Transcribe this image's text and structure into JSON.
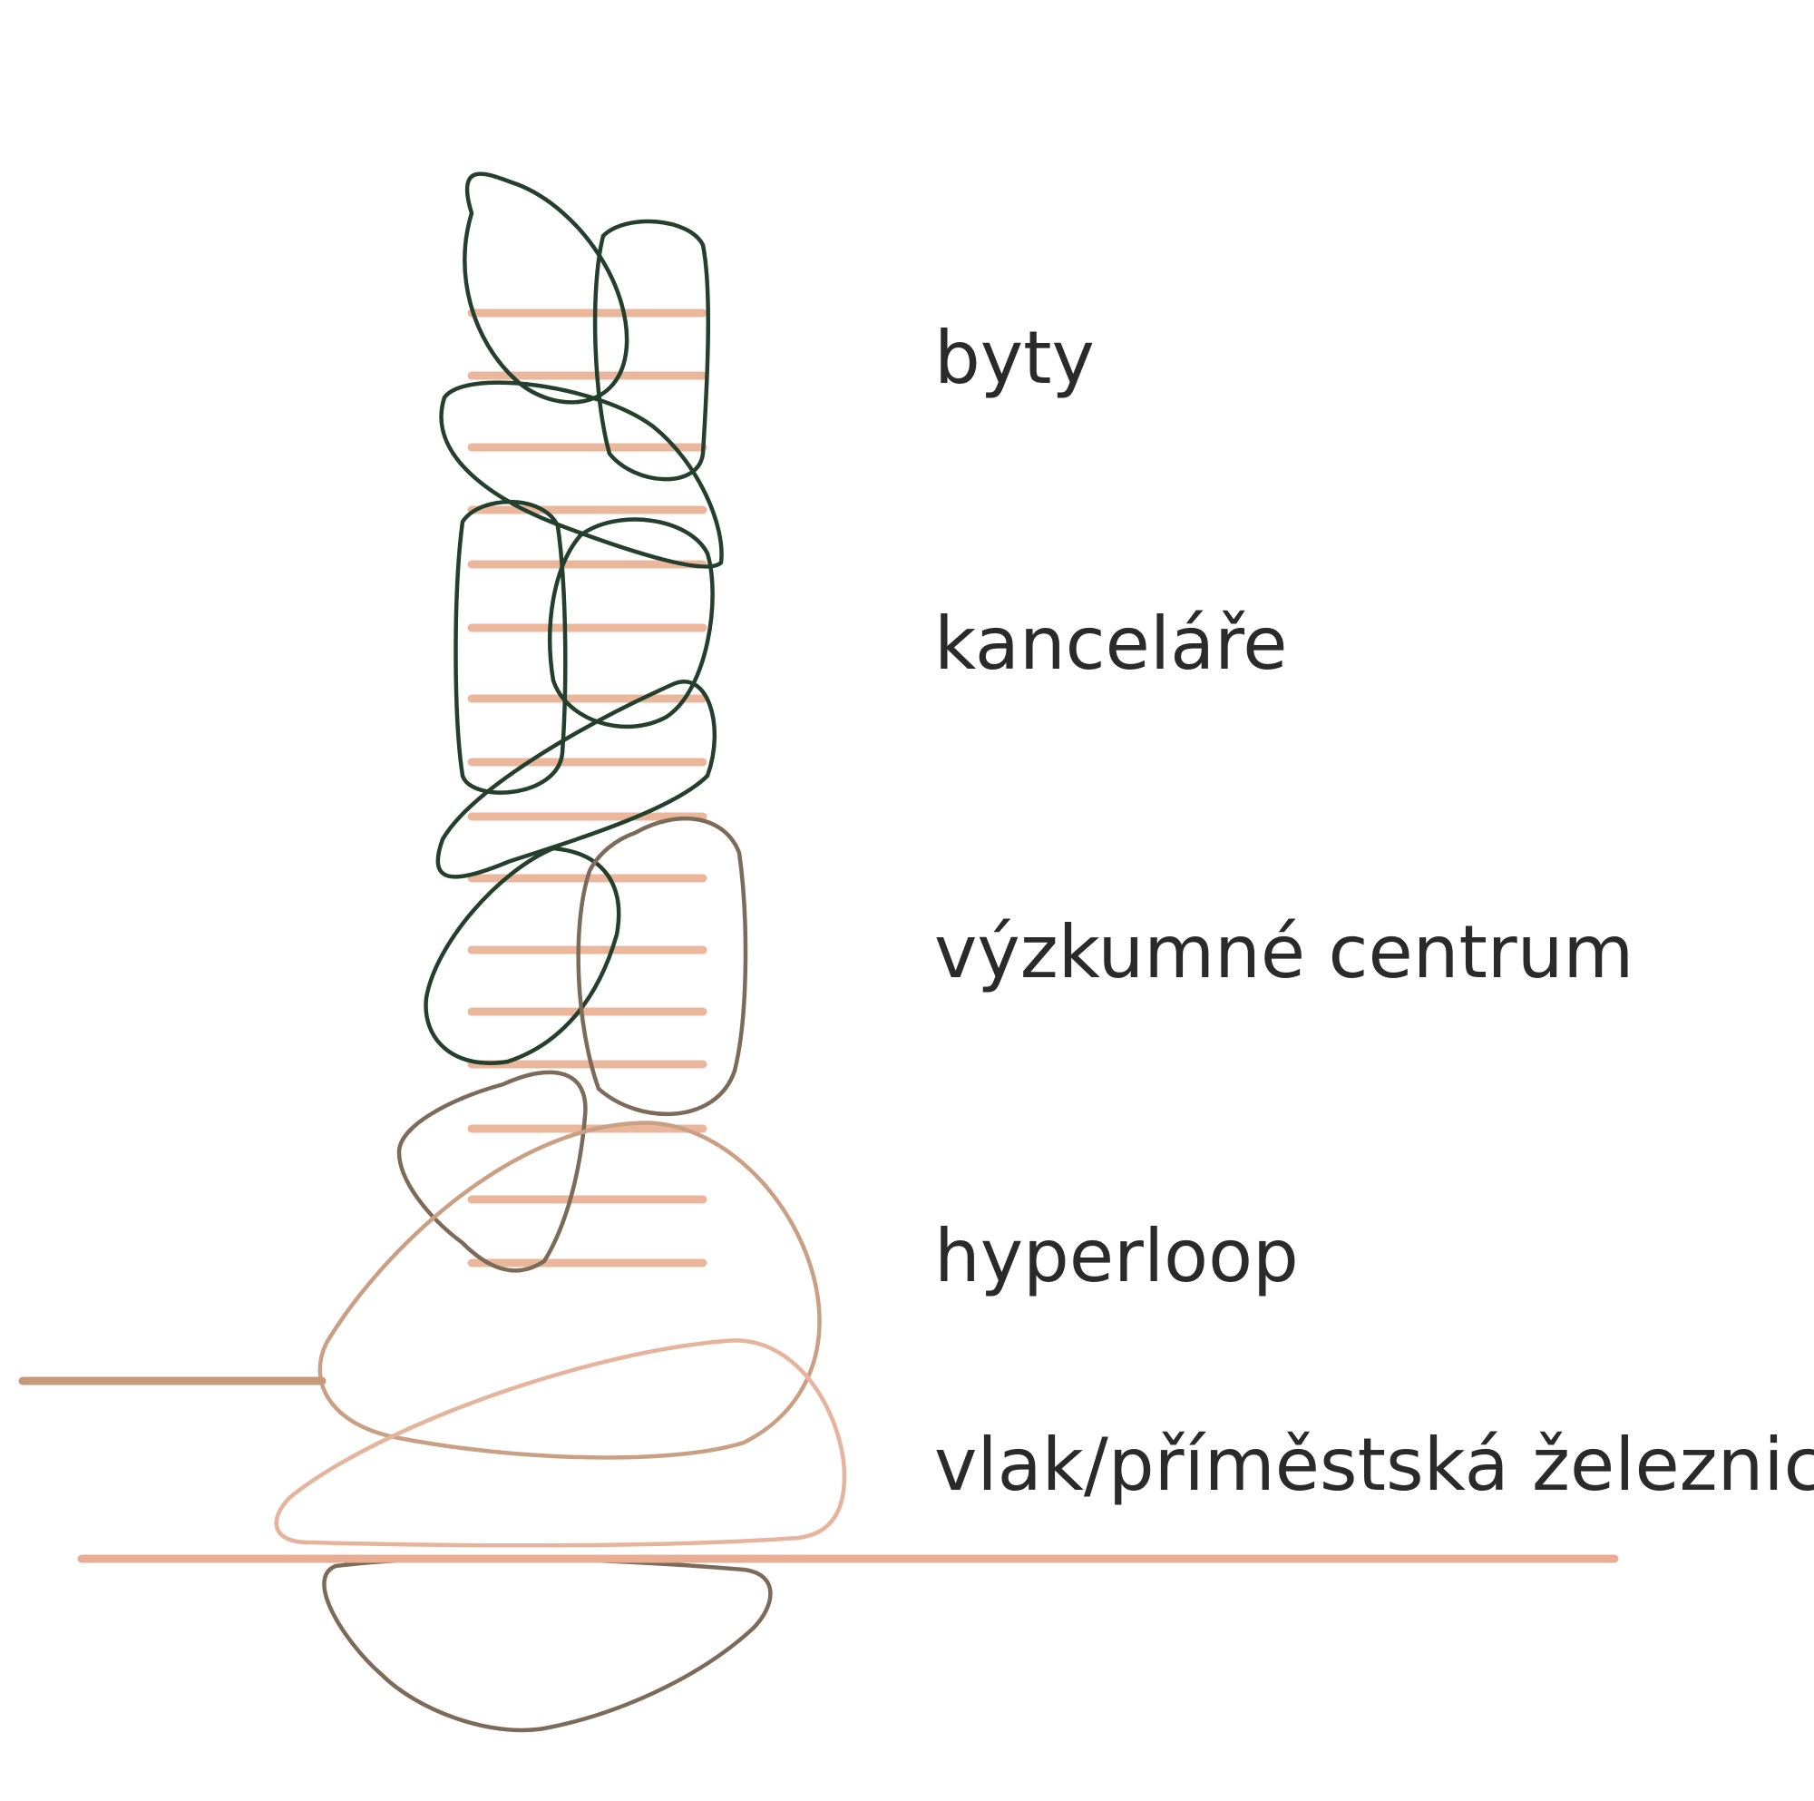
{
  "labels": {
    "apartments": "byty",
    "offices": "kanceláře",
    "research_center": "výzkumné centrum",
    "hyperloop": "hyperloop",
    "rail": "vlak/příměstská železnice"
  },
  "colors": {
    "dark_green": "#24402d",
    "taupe": "#7d6b5a",
    "tan": "#c9a083",
    "light_peach": "#e6b39d",
    "floor_lines": "#eab79c",
    "ground_line": "#e8ad92",
    "feeder_line": "#c49a78"
  }
}
